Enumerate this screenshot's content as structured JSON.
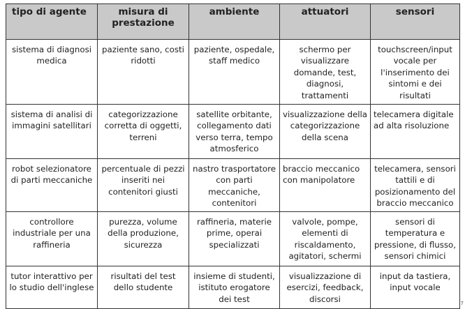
{
  "headers": [
    "tipo di agente",
    "misura di prestazione",
    "ambiente",
    "attuatori",
    "sensori"
  ],
  "rows": [
    [
      "sistema di diagnosi medica",
      "paziente sano, costi ridotti",
      "paziente, ospedale, staff medico",
      "schermo per visualizzare domande, test, diagnosi, trattamenti",
      "touchscreen/input vocale per l'inserimento dei sintomi e dei risultati"
    ],
    [
      "sistema di analisi di immagini satellitari",
      "categorizzazione corretta di oggetti, terreni",
      "satellite orbitante, collegamento dati verso terra, tempo atmosferico",
      "visualizzazione della categorizzazione della scena",
      "telecamera digitale ad alta risoluzione"
    ],
    [
      "robot selezionatore di parti meccaniche",
      "percentuale di pezzi inseriti nei contenitori giusti",
      "nastro trasportatore con parti meccaniche, contenitori",
      "braccio meccanico con manipolatore",
      "telecamera, sensori tattili e di posizionamento del braccio meccanico"
    ],
    [
      "controllore industriale per una raffineria",
      "purezza, volume della produzione, sicurezza",
      "raffineria, materie prime, operai specializzati",
      "valvole, pompe, elementi di riscaldamento, agitatori, schermi",
      "sensori di temperatura e pressione, di flusso, sensori chimici"
    ],
    [
      "tutor interattivo per lo studio dell'inglese",
      "risultati del test dello studente",
      "insieme di studenti, istituto erogatore dei test",
      "visualizzazione di esercizi, feedback, discorsi",
      "input da tastiera, input vocale"
    ]
  ],
  "page_number": "7"
}
